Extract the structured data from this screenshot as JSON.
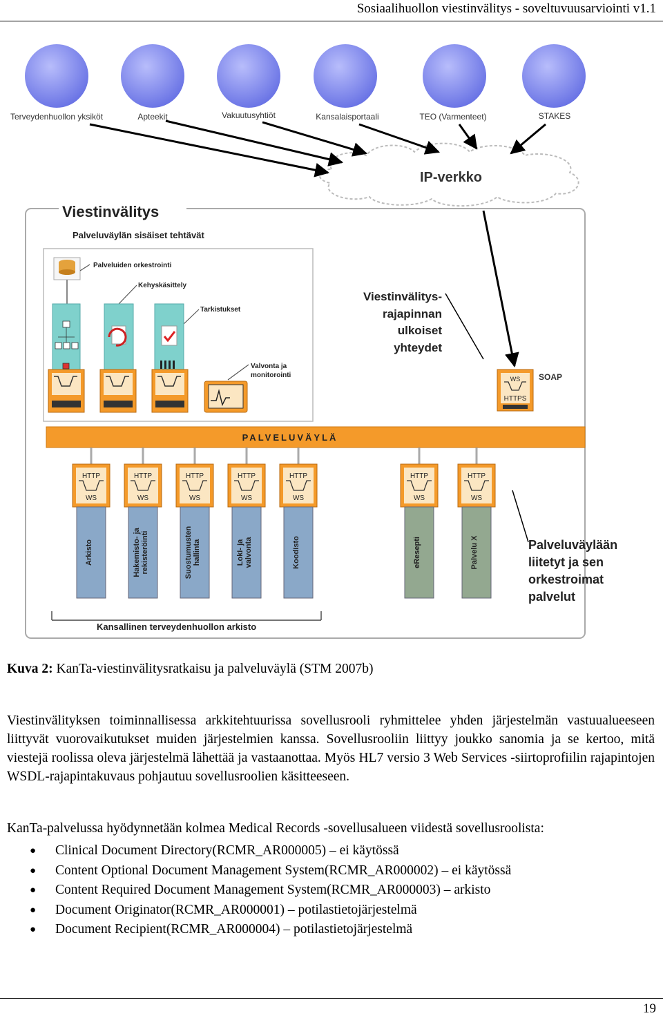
{
  "header": {
    "title": "Sosiaalihuollon viestinvälitys - soveltuvuusarviointi v1.1"
  },
  "figure": {
    "endpoints": [
      "Terveydenhuollon yksiköt",
      "Apteekit",
      "Vakuutusyhtiöt",
      "Kansalaisportaali",
      "TEO (Varmenteet)",
      "STAKES"
    ],
    "cloud_label": "IP-verkko",
    "frame_title": "Viestinvälitys",
    "inner_title": "Palveluväylän sisäiset tehtävät",
    "internal_labels": {
      "orchestration": "Palveluiden orkestrointi",
      "frame_handling": "Kehyskäsittely",
      "checks": "Tarkistukset",
      "monitoring": "Valvonta ja monitorointi"
    },
    "external_interface_label": [
      "Viestinvälitys-",
      "rajapinnan",
      "ulkoiset",
      "yhteydet"
    ],
    "soap_label": "SOAP",
    "ws_label": "WS",
    "https_label": "HTTPS",
    "http_label": "HTTP",
    "bus_label": "PALVELUVÄYLÄ",
    "services": [
      "Arkisto",
      "Hakemisto- ja rekisteröinti",
      "Suostumusten hallinta",
      "Loki- ja valvonta",
      "Koodisto",
      "eResepti",
      "Palvelu X"
    ],
    "attached_label": [
      "Palveluväylään",
      "liitetyt ja sen",
      "orkestroimat",
      "palvelut"
    ],
    "archive_label": "Kansallinen terveydenhuollon arkisto"
  },
  "caption": {
    "prefix": "Kuva 2:",
    "text": "KanTa-viestinvälitysratkaisu ja palveluväylä (STM 2007b)"
  },
  "paragraphs": [
    "Viestinvälityksen toiminnallisessa arkkitehtuurissa sovellusrooli ryhmittelee yhden järjestelmän vastuualueeseen liittyvät vuorovaikutukset muiden järjestelmien kanssa. Sovellusrooliin liittyy joukko sanomia ja se kertoo, mitä viestejä roolissa oleva järjestelmä lähettää ja vastaanottaa. Myös HL7 versio 3 Web Services -siirtoprofiilin rajapintojen WSDL-rajapintakuvaus pohjautuu sovellusroolien käsitteeseen.",
    "KanTa-palvelussa hyödynnetään kolmea Medical Records -sovellusalueen viidestä sovellusroolista:"
  ],
  "roles": [
    "Clinical Document Directory(RCMR_AR000005) – ei käytössä",
    "Content Optional Document Management System(RCMR_AR000002) – ei käytössä",
    "Content Required Document Management System(RCMR_AR000003) – arkisto",
    "Document Originator(RCMR_AR000001) – potilastietojärjestelmä",
    "Document Recipient(RCMR_AR000004) – potilastietojärjestelmä"
  ],
  "page_number": "19",
  "colors": {
    "globe": "#7b86ee",
    "bus": "#f49a2a",
    "service_blue": "#8aa8c8",
    "service_green": "#93a890",
    "panel_teal": "#7fd1cc"
  }
}
